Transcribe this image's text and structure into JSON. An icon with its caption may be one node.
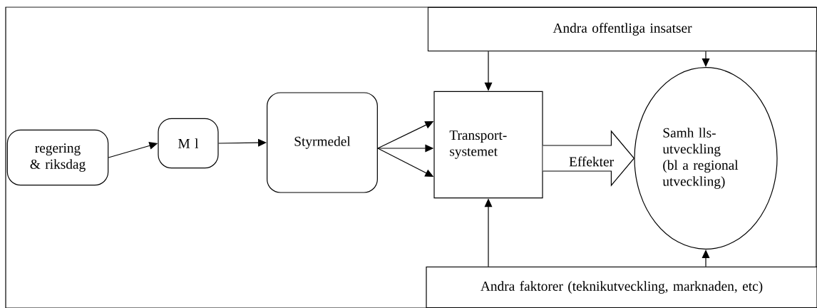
{
  "diagram": {
    "nodes": [
      {
        "text": [
          "regering & riksdag"
        ]
      },
      {
        "text": [
          "M l"
        ]
      },
      {
        "text": [
          "Styrmedel"
        ]
      },
      {
        "text": [
          "Transport- systemet"
        ]
      },
      {
        "text": [
          "Samh lls- utveckling (bl a regional utveckling)"
        ]
      },
      {
        "text": [
          "Andra offentliga insatser"
        ]
      },
      {
        "text": [
          "Andra faktorer (teknikutveckling, marknaden, etc)"
        ]
      }
    ],
    "edges": [
      {
        "from": 0,
        "to": 1,
        "arrow": "to"
      },
      {
        "from": 1,
        "to": 2,
        "arrow": "to"
      },
      {
        "from": 2,
        "to": 3,
        "arrow": "to"
      },
      {
        "from": 2,
        "to": 3,
        "arrow": "to"
      },
      {
        "from": 2,
        "to": 3,
        "arrow": "to"
      },
      {
        "from": 5,
        "to": 3,
        "arrow": "to"
      },
      {
        "from": 5,
        "to": 4,
        "arrow": "to"
      },
      {
        "from": 6,
        "to": 3,
        "arrow": "to"
      },
      {
        "from": 6,
        "to": 4,
        "arrow": "to"
      },
      {
        "from": 3,
        "to": 4,
        "arrow": "to",
        "label": "Effekter",
        "style": "thick"
      }
    ]
  }
}
